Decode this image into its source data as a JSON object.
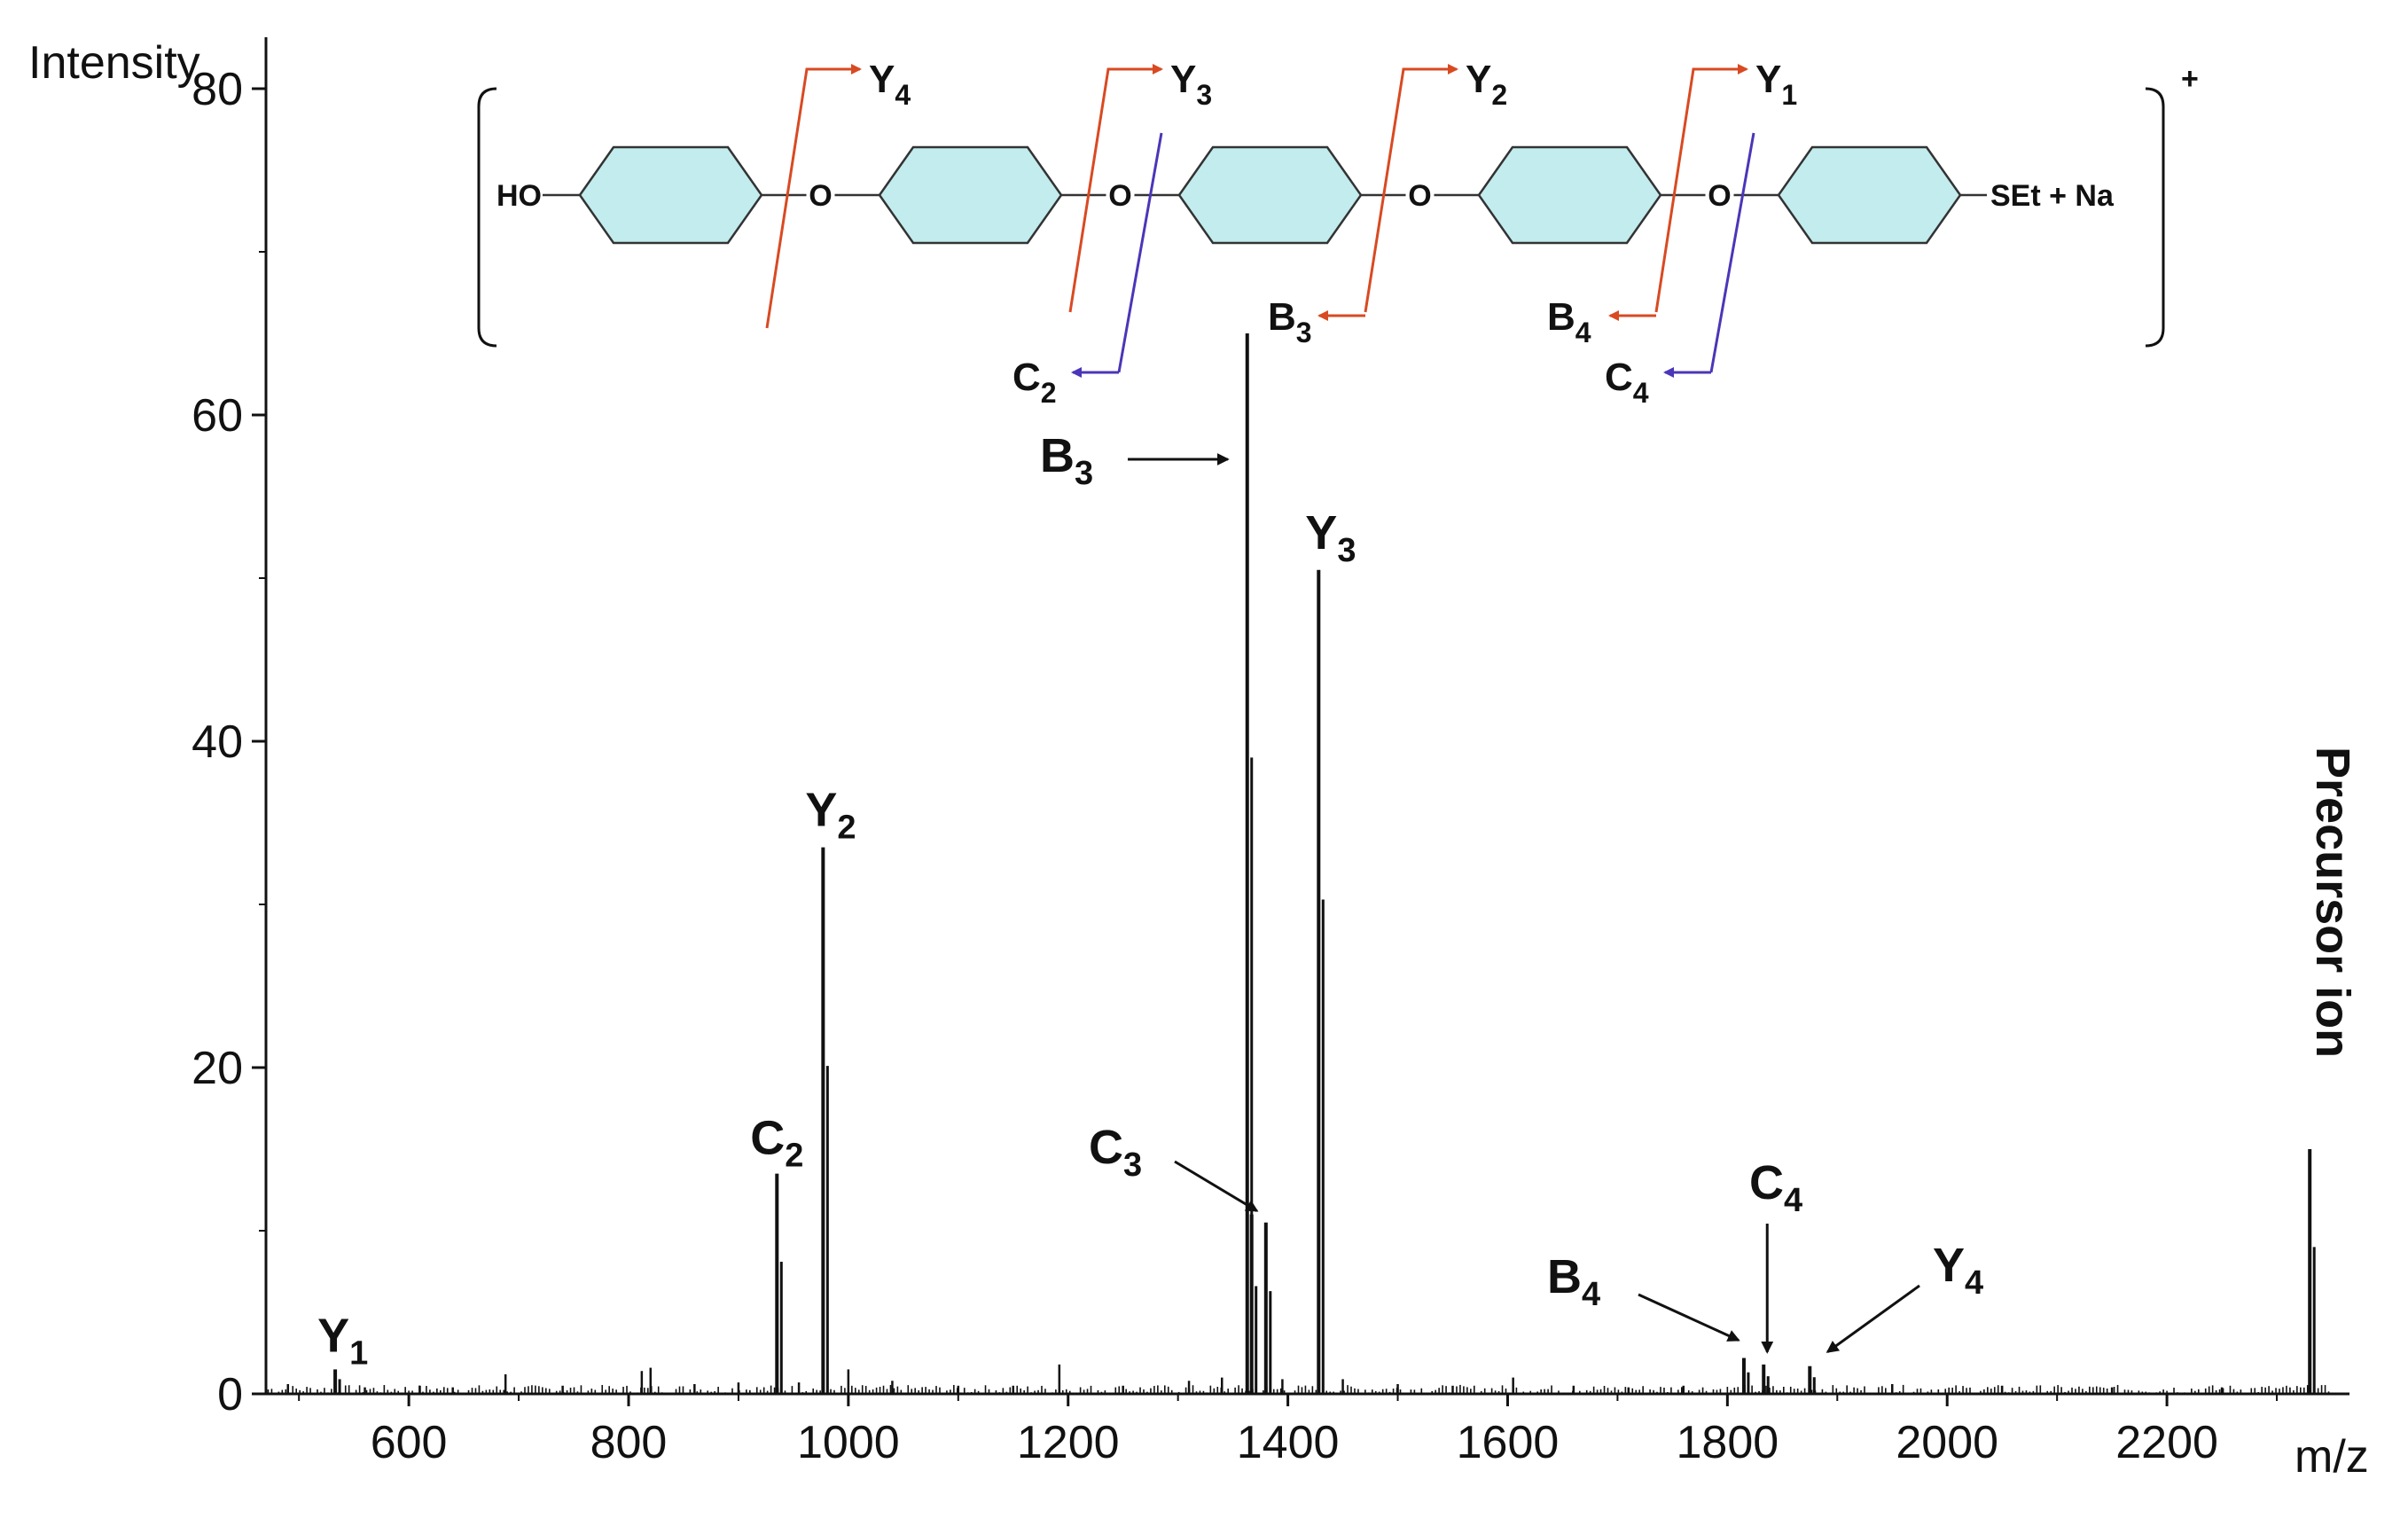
{
  "chart_data": {
    "type": "line",
    "subtype": "mass-spectrum (stick)",
    "ylabel": "Intensity",
    "xlabel": "m/z",
    "xlim": [
      470,
      2350
    ],
    "ylim": [
      0,
      80
    ],
    "x_ticks": [
      600,
      800,
      1000,
      1200,
      1400,
      1600,
      1800,
      2000,
      2200
    ],
    "y_ticks": [
      0,
      20,
      40,
      60,
      80
    ],
    "y_minor_step": 10,
    "grid": false,
    "legend": "none",
    "peaks": [
      {
        "mz": 533,
        "intensity": 1.5,
        "label": "Y",
        "sub": "1"
      },
      {
        "mz": 935,
        "intensity": 13.5,
        "label": "C",
        "sub": "2"
      },
      {
        "mz": 977,
        "intensity": 33.5,
        "label": "Y",
        "sub": "2"
      },
      {
        "mz": 1363,
        "intensity": 65,
        "label": "B",
        "sub": "3"
      },
      {
        "mz": 1367,
        "intensity": 11,
        "label": "C",
        "sub": "3"
      },
      {
        "mz": 1380,
        "intensity": 10.5,
        "label": "",
        "sub": ""
      },
      {
        "mz": 1428,
        "intensity": 50.5,
        "label": "Y",
        "sub": "3"
      },
      {
        "mz": 1815,
        "intensity": 2.2,
        "label": "B",
        "sub": "4"
      },
      {
        "mz": 1833,
        "intensity": 1.8,
        "label": "C",
        "sub": "4"
      },
      {
        "mz": 1875,
        "intensity": 1.7,
        "label": "Y",
        "sub": "4"
      },
      {
        "mz": 2330,
        "intensity": 15,
        "label": "Precursor ion",
        "sub": ""
      }
    ],
    "minor_peaks": [
      {
        "mz": 490,
        "intensity": 0.6
      },
      {
        "mz": 560,
        "intensity": 0.4
      },
      {
        "mz": 610,
        "intensity": 0.5
      },
      {
        "mz": 640,
        "intensity": 0.4
      },
      {
        "mz": 688,
        "intensity": 1.2
      },
      {
        "mz": 740,
        "intensity": 0.5
      },
      {
        "mz": 812,
        "intensity": 1.4
      },
      {
        "mz": 820,
        "intensity": 1.6
      },
      {
        "mz": 860,
        "intensity": 0.6
      },
      {
        "mz": 900,
        "intensity": 0.7
      },
      {
        "mz": 955,
        "intensity": 0.7
      },
      {
        "mz": 1000,
        "intensity": 1.5
      },
      {
        "mz": 1040,
        "intensity": 0.8
      },
      {
        "mz": 1100,
        "intensity": 0.5
      },
      {
        "mz": 1150,
        "intensity": 0.5
      },
      {
        "mz": 1192,
        "intensity": 1.8
      },
      {
        "mz": 1250,
        "intensity": 0.5
      },
      {
        "mz": 1310,
        "intensity": 0.8
      },
      {
        "mz": 1340,
        "intensity": 1.0
      },
      {
        "mz": 1395,
        "intensity": 0.9
      },
      {
        "mz": 1450,
        "intensity": 0.9
      },
      {
        "mz": 1500,
        "intensity": 0.6
      },
      {
        "mz": 1550,
        "intensity": 0.5
      },
      {
        "mz": 1605,
        "intensity": 1.0
      },
      {
        "mz": 1660,
        "intensity": 0.5
      },
      {
        "mz": 1710,
        "intensity": 0.4
      },
      {
        "mz": 1760,
        "intensity": 0.5
      },
      {
        "mz": 1950,
        "intensity": 0.6
      },
      {
        "mz": 2050,
        "intensity": 0.5
      },
      {
        "mz": 2150,
        "intensity": 0.4
      },
      {
        "mz": 2250,
        "intensity": 0.4
      }
    ],
    "structure": {
      "left_group": "HO",
      "linkage": "O",
      "right_group": "SEt + Na",
      "charge": "+",
      "ring_count": 5,
      "ring_color": "#c2eced",
      "cleavage_above": [
        {
          "label": "Y",
          "sub": "4"
        },
        {
          "label": "Y",
          "sub": "3"
        },
        {
          "label": "Y",
          "sub": "2"
        },
        {
          "label": "Y",
          "sub": "1"
        }
      ],
      "cleavage_below": [
        {
          "label": "C",
          "sub": "2"
        },
        {
          "label": "B",
          "sub": "3"
        },
        {
          "label": "B",
          "sub": "4"
        },
        {
          "label": "C",
          "sub": "4"
        }
      ],
      "cleavage_colors": {
        "glycosidic": "#d84a22",
        "cross": "#4a36b8"
      }
    }
  }
}
